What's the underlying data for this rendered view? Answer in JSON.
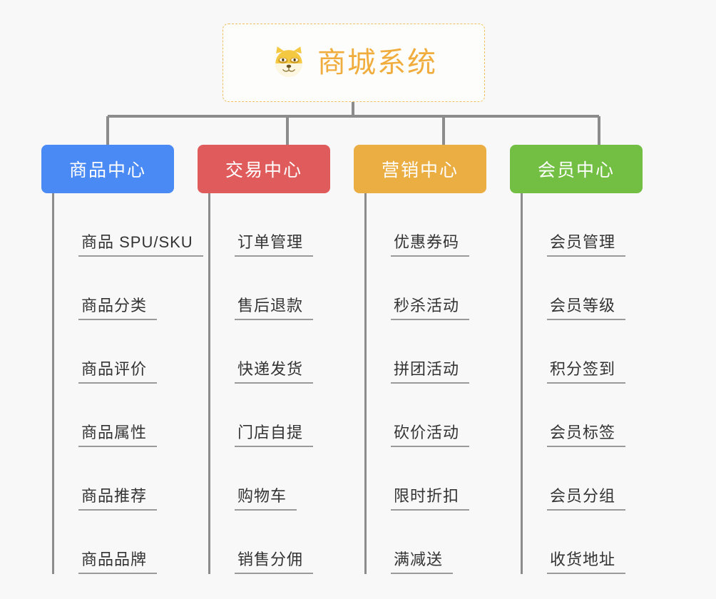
{
  "root": {
    "icon": "shiba-dog-face-emoji",
    "title": "商城系统",
    "accent_color": "#f0ad3e",
    "border_color": "#f0c060"
  },
  "columns": [
    {
      "id": "product-center",
      "title": "商品中心",
      "color": "#4a8af4",
      "items": [
        {
          "label": "商品 SPU/SKU"
        },
        {
          "label": "商品分类"
        },
        {
          "label": "商品评价"
        },
        {
          "label": "商品属性"
        },
        {
          "label": "商品推荐"
        },
        {
          "label": "商品品牌"
        }
      ]
    },
    {
      "id": "trade-center",
      "title": "交易中心",
      "color": "#e05c5c",
      "items": [
        {
          "label": "订单管理"
        },
        {
          "label": "售后退款"
        },
        {
          "label": "快递发货"
        },
        {
          "label": "门店自提"
        },
        {
          "label": "购物车"
        },
        {
          "label": "销售分佣"
        }
      ]
    },
    {
      "id": "marketing-center",
      "title": "营销中心",
      "color": "#eaae43",
      "items": [
        {
          "label": "优惠券码"
        },
        {
          "label": "秒杀活动"
        },
        {
          "label": "拼团活动"
        },
        {
          "label": "砍价活动"
        },
        {
          "label": "限时折扣"
        },
        {
          "label": "满减送"
        }
      ]
    },
    {
      "id": "member-center",
      "title": "会员中心",
      "color": "#72bf44",
      "items": [
        {
          "label": "会员管理"
        },
        {
          "label": "会员等级"
        },
        {
          "label": "积分签到"
        },
        {
          "label": "会员标签"
        },
        {
          "label": "会员分组"
        },
        {
          "label": "收货地址"
        }
      ]
    }
  ],
  "theme": {
    "background": "#f8f8f8",
    "connector_color": "#8c8c8c",
    "leaf_text_color": "#333333",
    "leaf_rule_color": "#9a9a9a"
  }
}
